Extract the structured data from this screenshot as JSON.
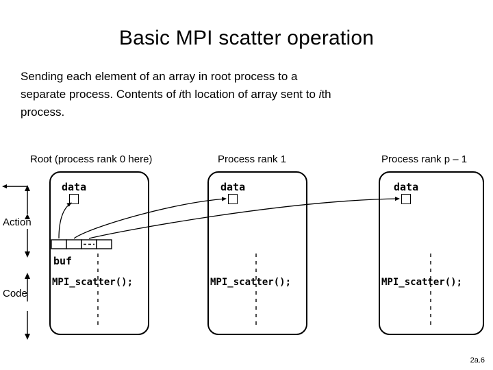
{
  "slide": {
    "title": "Basic MPI scatter operation",
    "body_lines": [
      "Sending each element of an array in root process to a",
      "separate process. Contents of ",
      "th location of array sent to ",
      "th",
      "process."
    ],
    "body_italic_1": "i",
    "body_italic_2": "i",
    "page_number": "2a.6"
  },
  "diagram": {
    "columns": [
      {
        "header": "Root (process rank 0 here)",
        "data_label": "data",
        "code_label": "MPI_scatter();"
      },
      {
        "header": "Process rank 1",
        "data_label": "data",
        "code_label": "MPI_scatter();"
      },
      {
        "header": "Process rank p – 1",
        "data_label": "data",
        "code_label": "MPI_scatter();"
      }
    ],
    "side_labels": {
      "action": "Action",
      "code": "Code"
    },
    "buf_label": "buf",
    "colors": {
      "stroke": "#000000",
      "background": "#ffffff"
    }
  }
}
